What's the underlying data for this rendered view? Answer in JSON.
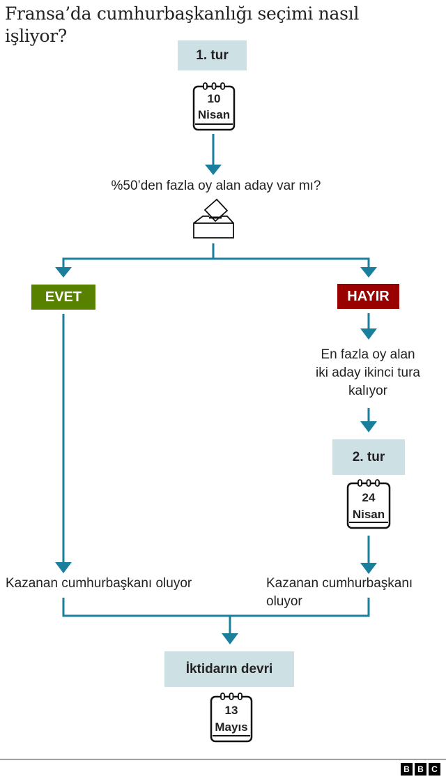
{
  "title": "Fransa’da cumhurbaşkanlığı seçimi nasıl işliyor?",
  "colors": {
    "arrow": "#1a7f9c",
    "box_bg": "#cde1e4",
    "yes": "#588100",
    "no": "#990000"
  },
  "round1": {
    "label": "1. tur",
    "calendar": {
      "day": "10",
      "month": "Nisan"
    }
  },
  "question": "%50’den fazla oy alan aday var mı?",
  "ballot_icon": "ballot-box-icon",
  "yes_branch": {
    "label": "EVET",
    "result": "Kazanan cumhurbaşkanı oluyor"
  },
  "no_branch": {
    "label": "HAYIR",
    "description_lines": [
      "En fazla oy alan",
      "iki aday ikinci tura",
      "kalıyor"
    ],
    "round2": {
      "label": "2. tur",
      "calendar": {
        "day": "24",
        "month": "Nisan"
      }
    },
    "result_lines": [
      "Kazanan cumhurbaşkanı",
      "oluyor"
    ]
  },
  "handover": {
    "label": "İktidarın devri",
    "calendar": {
      "day": "13",
      "month": "Mayıs"
    }
  },
  "footer": {
    "logo_letters": [
      "B",
      "B",
      "C"
    ]
  }
}
